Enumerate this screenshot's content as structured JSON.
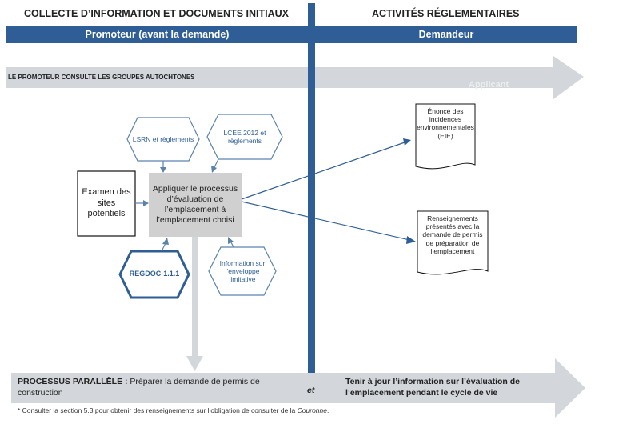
{
  "header": {
    "left_title": "COLLECTE D’INFORMATION ET DOCUMENTS INITIAUX",
    "right_title": "ACTIVITÉS RÉGLEMENTAIRES",
    "left_band": "Promoteur (avant la demande)",
    "right_band": "Demandeur"
  },
  "top_arrow": {
    "label": "LE PROMOTEUR CONSULTE LES GROUPES AUTOCHTONES",
    "faded_label": "Applicant"
  },
  "nodes": {
    "lsrn": "LSRN et règlements",
    "lcee": "LCEE 2012 et règlements",
    "examen": "Examen des sites potentiels",
    "process": "Appliquer le processus d’évaluation de l’emplacement à l’emplacement choisi",
    "regdoc": "REGDOC-1.1.1",
    "enveloppe": "Information sur l’enveloppe limitative",
    "eie": "Énoncé des incidences environnementales (EIE)",
    "renseignements": "Renseignements présentés avec la demande de permis de préparation de l’emplacement"
  },
  "bottom_arrow": {
    "left_bold": "PROCESSUS PARALLÈLE :",
    "left_text": " Préparer la demande de permis de construction",
    "connector": "et",
    "right_text": "Tenir à jour l’information sur l’évaluation de l’emplacement pendant le cycle de vie"
  },
  "footnote": {
    "text": "* Consulter la section 5.3 pour obtenir des renseignements sur l’obligation de consulter de la ",
    "italic": "Couronne",
    "end": "."
  },
  "colors": {
    "band": "#2e5e95",
    "divider": "#2e5e95",
    "arrow_gray": "#d3d7dc",
    "process_box": "#d0d0d0",
    "hex_outline": "#2e5e95"
  }
}
